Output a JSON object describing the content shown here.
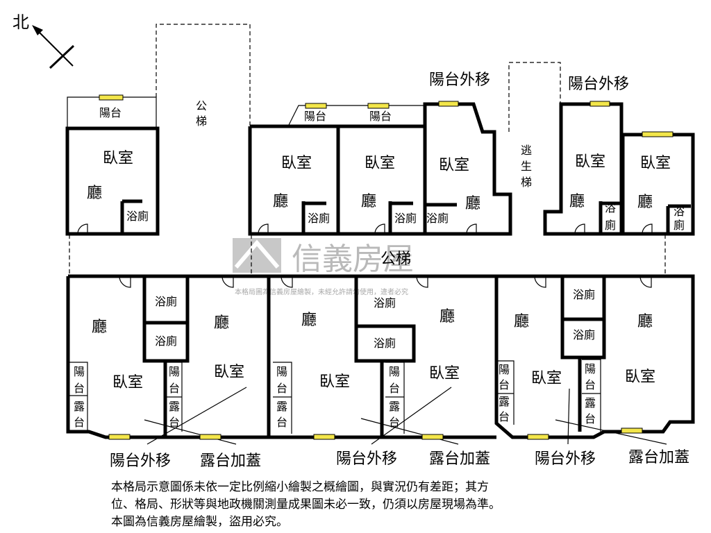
{
  "north": "北",
  "watermark": {
    "brand": "信義房屋",
    "note": "本格局圖為信義房屋繪製，未經允許請勿使用，違者必究"
  },
  "labels": {
    "stair_public": "公\n梯",
    "stair_escape": "逃\n生\n梯",
    "corridor": "公梯",
    "balcony": "陽台",
    "balcony_moved": "陽台外移",
    "terrace_cover": "露台加蓋",
    "bedroom": "臥室",
    "living": "廳",
    "bath": "浴廁",
    "terrace": "露台"
  },
  "top_units": [
    {
      "bedroom": "臥室",
      "living": "廳",
      "bath": "浴廁",
      "balcony": "陽台"
    },
    {
      "bedroom": "臥室",
      "living": "廳",
      "bath": "浴廁",
      "balcony": "陽台"
    },
    {
      "bedroom": "臥室",
      "living": "廳",
      "bath": "浴廁",
      "balcony": "陽台"
    },
    {
      "bedroom": "臥室",
      "living": "廳",
      "bath": "浴廁",
      "balcony": "陽台外移"
    },
    {
      "bedroom": "臥室",
      "living": "廳",
      "bath": "浴廁",
      "balcony": "陽台外移"
    },
    {
      "bedroom": "臥室",
      "living": "廳",
      "bath": "浴廁"
    }
  ],
  "disclaimer": [
    "本格局示意圖係未依一定比例縮小繪製之概繪圖，與實況仍有差距；其方",
    "位、格局、形狀等與地政機關測量成果圖未必一致，仍須以房屋現場為準。",
    "本圖為信義房屋繪製，盜用必究。"
  ]
}
